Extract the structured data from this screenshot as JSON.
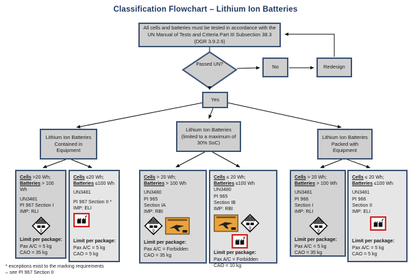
{
  "title": "Classification Flowchart – Lithium Ion Batteries",
  "flow": {
    "test_box": "All cells and batteries must be tested in accordance with the UN Manual of Tests and Criteria Part III Subsection 38.3 (DGR 3.9.2.6)",
    "decision": "Passed UN?",
    "no_label": "No",
    "redesign_label": "Redesign",
    "yes_label": "Yes"
  },
  "branches": [
    {
      "label": "Lithium Ion Batteries Contained in Equipment"
    },
    {
      "label": "Lithium Ion Batteries (limited to a maximum of 30% SoC)"
    },
    {
      "label": "Lithium Ion Batteries Packed with Equipment"
    }
  ],
  "detail_boxes": [
    {
      "cells_label": "Cells",
      "cells_rest": " >20 Wh;",
      "batteries_label": "Batteries",
      "batteries_rest": " > 100 Wh",
      "lines": [
        "UN3481",
        "PI 967 Section I",
        "IMP: RLI"
      ],
      "icons": [
        "class-9-lithium-battery-label"
      ],
      "limit_title": "Limit per package:",
      "limit_lines": [
        "Pax A/C = 5 kg",
        "CAO = 35 kg"
      ]
    },
    {
      "cells_label": "Cells",
      "cells_rest": " ≤20 Wh;",
      "batteries_label": "Batteries",
      "batteries_rest": " ≤100 Wh",
      "lines": [
        "UN3481",
        "PI 967 Section II *",
        "IMP: ELI"
      ],
      "icons": [
        "lithium-battery-mark"
      ],
      "limit_title": "Limit per package:",
      "limit_lines": [
        "Pax A/C = 5 kg",
        "CAO = 5 kg"
      ]
    },
    {
      "cells_label": "Cells",
      "cells_rest": " > 20 Wh;",
      "batteries_label": "Batteries",
      "batteries_rest": " > 100 Wh",
      "lines": [
        "UN3480",
        "PI 965",
        "Section IA",
        "IMP: RBI"
      ],
      "icons": [
        "class-9-lithium-battery-label",
        "cargo-aircraft-only-label"
      ],
      "limit_title": "Limit per package:",
      "limit_lines": [
        "Pax A/C = Forbidden",
        "CAO = 35 kg"
      ]
    },
    {
      "cells_label": "Cells",
      "cells_rest": " ≤ 20 Wh;",
      "batteries_label": "Batteries",
      "batteries_rest": " ≤100 Wh",
      "lines": [
        "UN3480",
        "PI 965",
        "Section IB",
        "IMP: RBI"
      ],
      "icons": [
        "cargo-aircraft-only-label",
        "class-9-lithium-battery-label",
        "lithium-battery-mark"
      ],
      "limit_title": "Limit per package:",
      "limit_lines": [
        "Pax A/C = Forbidden",
        "CAO = 10 kg"
      ]
    },
    {
      "cells_label": "Cells",
      "cells_rest": " > 20 Wh;",
      "batteries_label": "Batteries",
      "batteries_rest": " > 100 Wh",
      "lines": [
        "UN3481",
        "PI 966",
        "Section I",
        "IMP: RLI"
      ],
      "icons": [
        "class-9-lithium-battery-label"
      ],
      "limit_title": "Limit per package:",
      "limit_lines": [
        "Pax A/C = 5 kg",
        "CAO = 35 kg"
      ]
    },
    {
      "cells_label": "Cells",
      "cells_rest": " ≤ 20 Wh;",
      "batteries_label": "Batteries",
      "batteries_rest": " ≤100 Wh",
      "lines": [
        "UN3481",
        "PI 966",
        "Section II",
        "IMP: ELI"
      ],
      "icons": [
        "lithium-battery-mark"
      ],
      "limit_title": "Limit per package:",
      "limit_lines": [
        "Pax A/C = 5 kg",
        "CAO = 5 kg"
      ]
    }
  ],
  "footnote_lines": [
    "* exceptions exist to the marking requirements",
    "– see PI 967 Section II"
  ],
  "colors": {
    "title": "#1f3864",
    "node_border": "#3f5574",
    "node_fill": "#cfcfcf",
    "cao_orange": "#e8a33d",
    "mark_red": "#d02020"
  }
}
